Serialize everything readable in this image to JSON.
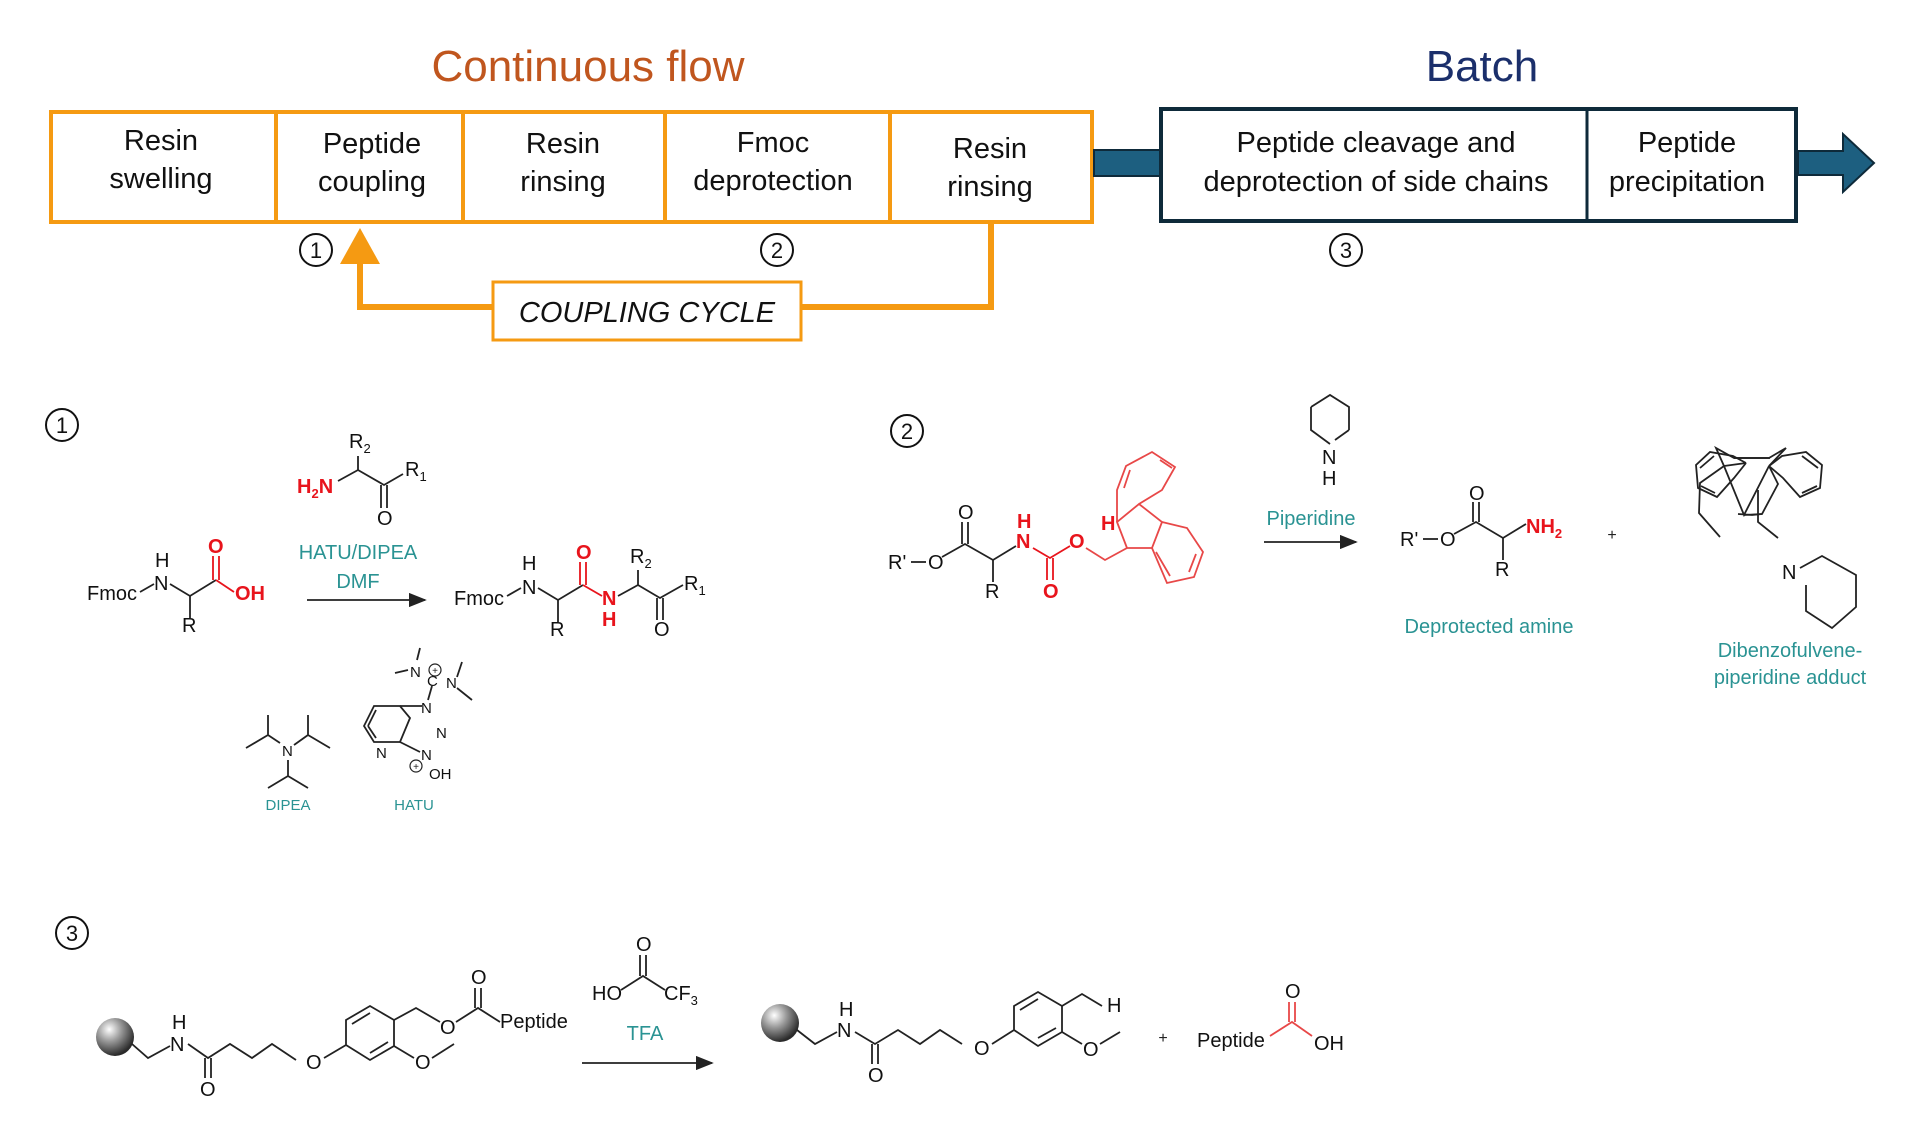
{
  "header": {
    "continuous_title": "Continuous flow",
    "batch_title": "Batch",
    "continuous_color": "#c0561e",
    "batch_color": "#1b2f6b"
  },
  "process": {
    "continuous_steps": [
      {
        "line1": "Resin",
        "line2": "swelling"
      },
      {
        "line1": "Peptide",
        "line2": "coupling"
      },
      {
        "line1": "Resin",
        "line2": "rinsing"
      },
      {
        "line1": "Fmoc",
        "line2": "deprotection"
      },
      {
        "line1": "Resin",
        "line2": "rinsing"
      }
    ],
    "batch_steps": [
      {
        "line1": "Peptide cleavage and",
        "line2": "deprotection of side chains"
      },
      {
        "line1": "Peptide",
        "line2": "precipitation"
      }
    ],
    "cycle_label": "COUPLING CYCLE",
    "markers": [
      "1",
      "2",
      "3"
    ],
    "orange": "#f59a12",
    "navy": "#0e2a3a",
    "arrow_fill": "#1d5f80"
  },
  "reaction1": {
    "marker": "1",
    "reactant_fmoc": "Fmoc",
    "reactant_N": "N",
    "reactant_H": "H",
    "reactant_R": "R",
    "reactant_O": "O",
    "reactant_OH": "OH",
    "amine_H2N": "H",
    "amine_sub": "2",
    "amine_N": "N",
    "amine_R2": "R",
    "amine_R2_sub": "2",
    "amine_R1": "R",
    "amine_R1_sub": "1",
    "amine_O": "O",
    "conditions": [
      "HATU/DIPEA",
      "DMF"
    ],
    "product_fmoc": "Fmoc",
    "product_N": "N",
    "product_H": "H",
    "product_R": "R",
    "product_O_red": "O",
    "product_NH_N": "N",
    "product_NH_H": "H",
    "product_R2": "R",
    "product_R2_sub": "2",
    "product_R1": "R",
    "product_R1_sub": "1",
    "product_O": "O",
    "dipea_N": "N",
    "dipea_label": "DIPEA",
    "hatu_label": "HATU",
    "hatu_atoms": {
      "N": "N",
      "C": "C",
      "OH": "OH",
      "plus": "+"
    }
  },
  "reaction2": {
    "marker": "2",
    "reactant": {
      "R_prime": "R'",
      "O": "O",
      "O_carbonyl": "O",
      "N": "N",
      "H": "H",
      "R": "R",
      "O_red": "O",
      "O_red2": "O",
      "H9": "H"
    },
    "reagent_N": "N",
    "reagent_H": "H",
    "reagent_label": "Piperidine",
    "product_amine": {
      "R_prime": "R'",
      "O": "O",
      "O_carbonyl": "O",
      "NH": "NH",
      "sub": "2",
      "R": "R"
    },
    "product_amine_label": "Deprotected amine",
    "plus": "+",
    "adduct_N": "N",
    "adduct_label": [
      "Dibenzofulvene-",
      "piperidine adduct"
    ]
  },
  "reaction3": {
    "marker": "3",
    "reactant": {
      "N": "N",
      "H": "H",
      "O_amide": "O",
      "O_ether": "O",
      "O_methoxy": "O",
      "O_ester": "O",
      "O_carbonyl": "O",
      "peptide": "Peptide"
    },
    "tfa": {
      "HO": "HO",
      "O": "O",
      "CF": "CF",
      "sub": "3",
      "label": "TFA"
    },
    "product": {
      "N": "N",
      "H": "H",
      "O_amide": "O",
      "O_ether": "O",
      "O_methoxy": "O",
      "H_end": "H"
    },
    "plus": "+",
    "peptide_acid": {
      "peptide": "Peptide",
      "O": "O",
      "OH": "OH"
    }
  },
  "colors": {
    "teal": "#2a9393",
    "red": "#e8141c"
  }
}
